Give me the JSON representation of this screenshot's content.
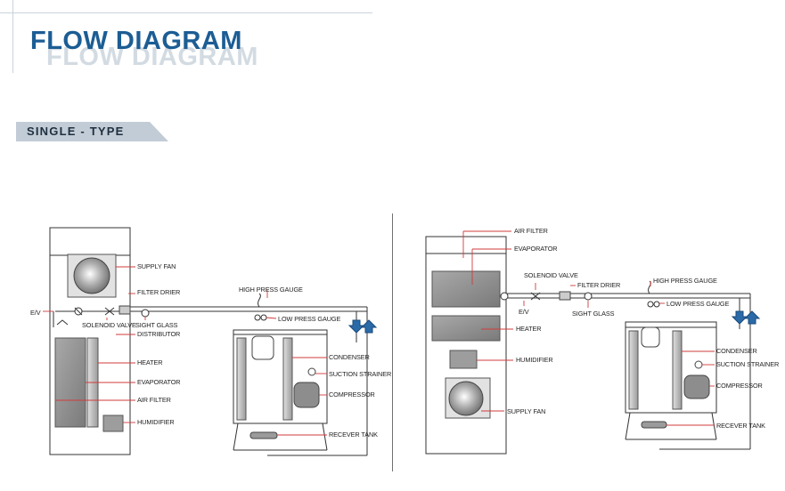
{
  "header": {
    "title": "FLOW DIAGRAM",
    "title_shadow": "FLOW DIAGRAM",
    "accent_color": "#1c5d94"
  },
  "section": {
    "label": "SINGLE - TYPE"
  },
  "left_diagram": {
    "labels": {
      "supply_fan": "SUPPLY FAN",
      "filter_drier": "FILTER DRIER",
      "ev": "E/V",
      "solenoid_valve": "SOLENOID VALVE",
      "sight_glass": "SIGHT GLASS",
      "distributor": "DISTRIBUTOR",
      "heater": "HEATER",
      "evaporator": "EVAPORATOR",
      "air_filter": "AIR FILTER",
      "humidifier": "HUMIDIFIER",
      "high_press_gauge": "HIGH PRESS GAUGE",
      "low_press_gauge": "LOW PRESS GAUGE",
      "condenser": "CONDENSER",
      "suction_strainer": "SUCTION STRAINER",
      "compressor": "COMPRESSOR",
      "receiver_tank": "RECEVER TANK"
    }
  },
  "right_diagram": {
    "labels": {
      "air_filter": "AIR FILTER",
      "evaporator": "EVAPORATOR",
      "solenoid_valve": "SOLENOID VALVE",
      "filter_drier": "FILTER DRIER",
      "ev": "E/V",
      "sight_glass": "SIGHT GLASS",
      "heater": "HEATER",
      "humidifier": "HUMIDIFIER",
      "supply_fan": "SUPPLY FAN",
      "high_press_gauge": "HIGH PRESS GAUGE",
      "low_press_gauge": "LOW PRESS GAUGE",
      "condenser": "CONDENSER",
      "suction_strainer": "SUCTION STRAINER",
      "compressor": "COMPRESSOR",
      "receiver_tank": "RECEVER TANK"
    }
  }
}
